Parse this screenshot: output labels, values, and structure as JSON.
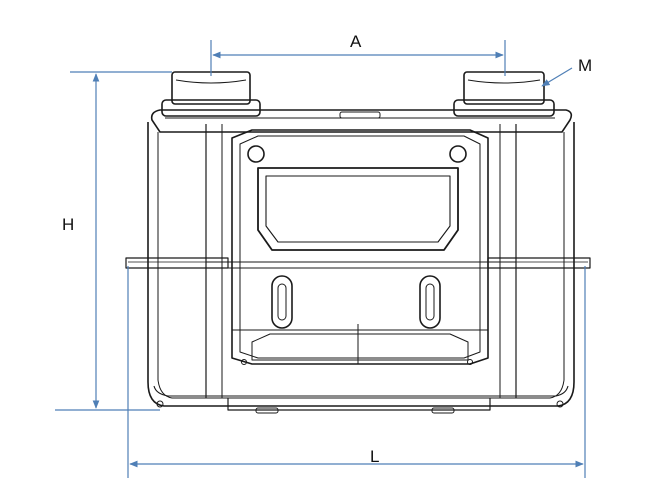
{
  "labels": {
    "A": "A",
    "M": "M",
    "H": "H",
    "L": "L"
  },
  "colors": {
    "body_line": "#1a1a1a",
    "dimension_line": "#4f7fb6"
  }
}
